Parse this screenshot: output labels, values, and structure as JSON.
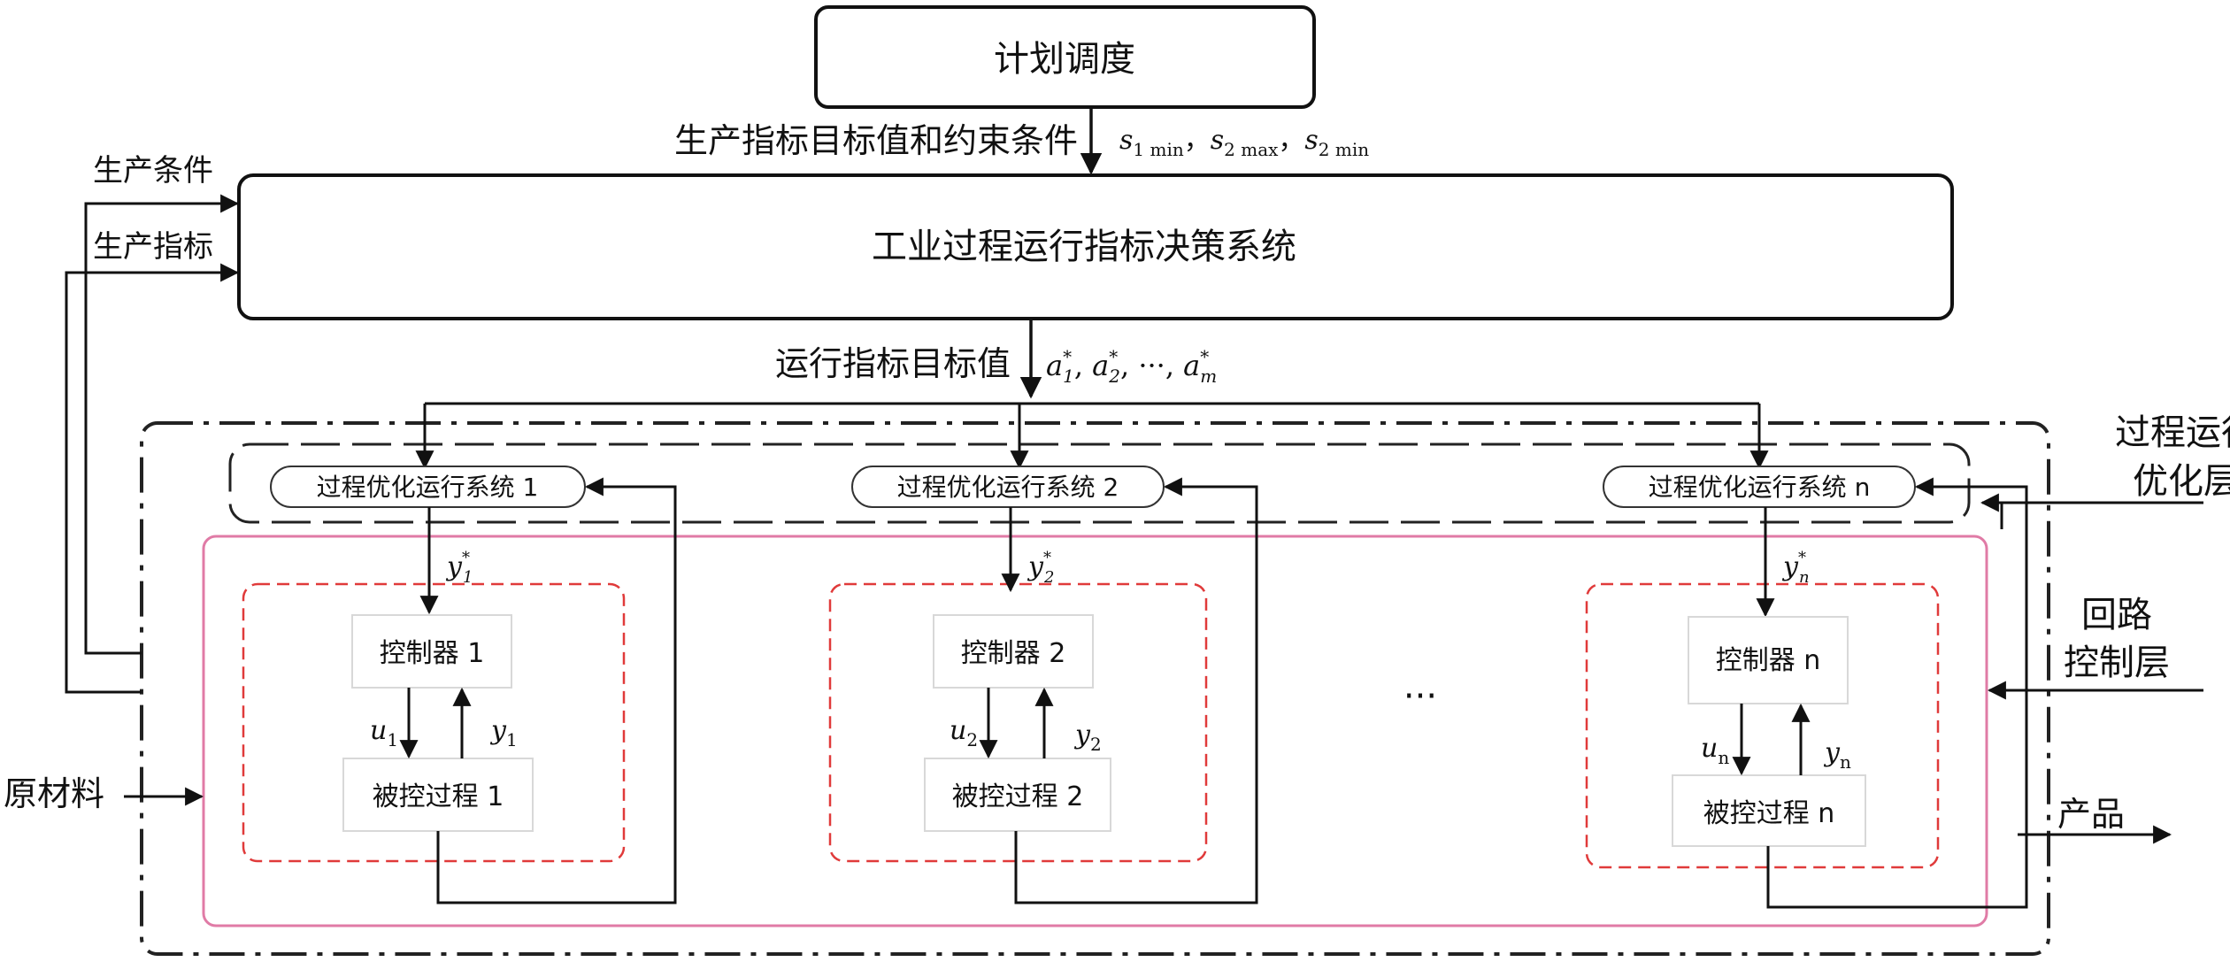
{
  "top_box": {
    "label": "计划调度"
  },
  "decision_box": {
    "label": "工业过程运行指标决策系统"
  },
  "top_arrow": {
    "label": "生产指标目标值和约束条件",
    "math": "s1 min, s2 max, s2 min"
  },
  "left_inputs": {
    "production_conditions": "生产条件",
    "production_indicators": "生产指标"
  },
  "targets_arrow": {
    "label": "运行指标目标值",
    "math": "a1*, a2*, ···, am*"
  },
  "layers": {
    "process_opt": "过程运行\n优化层",
    "loop_control": "回路\n控制层"
  },
  "raw_material": "原材料",
  "product": "产品",
  "ellipsis": "···",
  "loops": [
    {
      "opt_system": "过程优化运行系统 1",
      "controller": "控制器 1",
      "process": "被控过程 1",
      "setpoint": "y1*",
      "u": "u1",
      "y": "y1"
    },
    {
      "opt_system": "过程优化运行系统 2",
      "controller": "控制器 2",
      "process": "被控过程 2",
      "setpoint": "y2*",
      "u": "u2",
      "y": "y2"
    },
    {
      "opt_system": "过程优化运行系统 n",
      "controller": "控制器 n",
      "process": "被控过程 n",
      "setpoint": "yn*",
      "u": "un",
      "y": "yn"
    }
  ]
}
